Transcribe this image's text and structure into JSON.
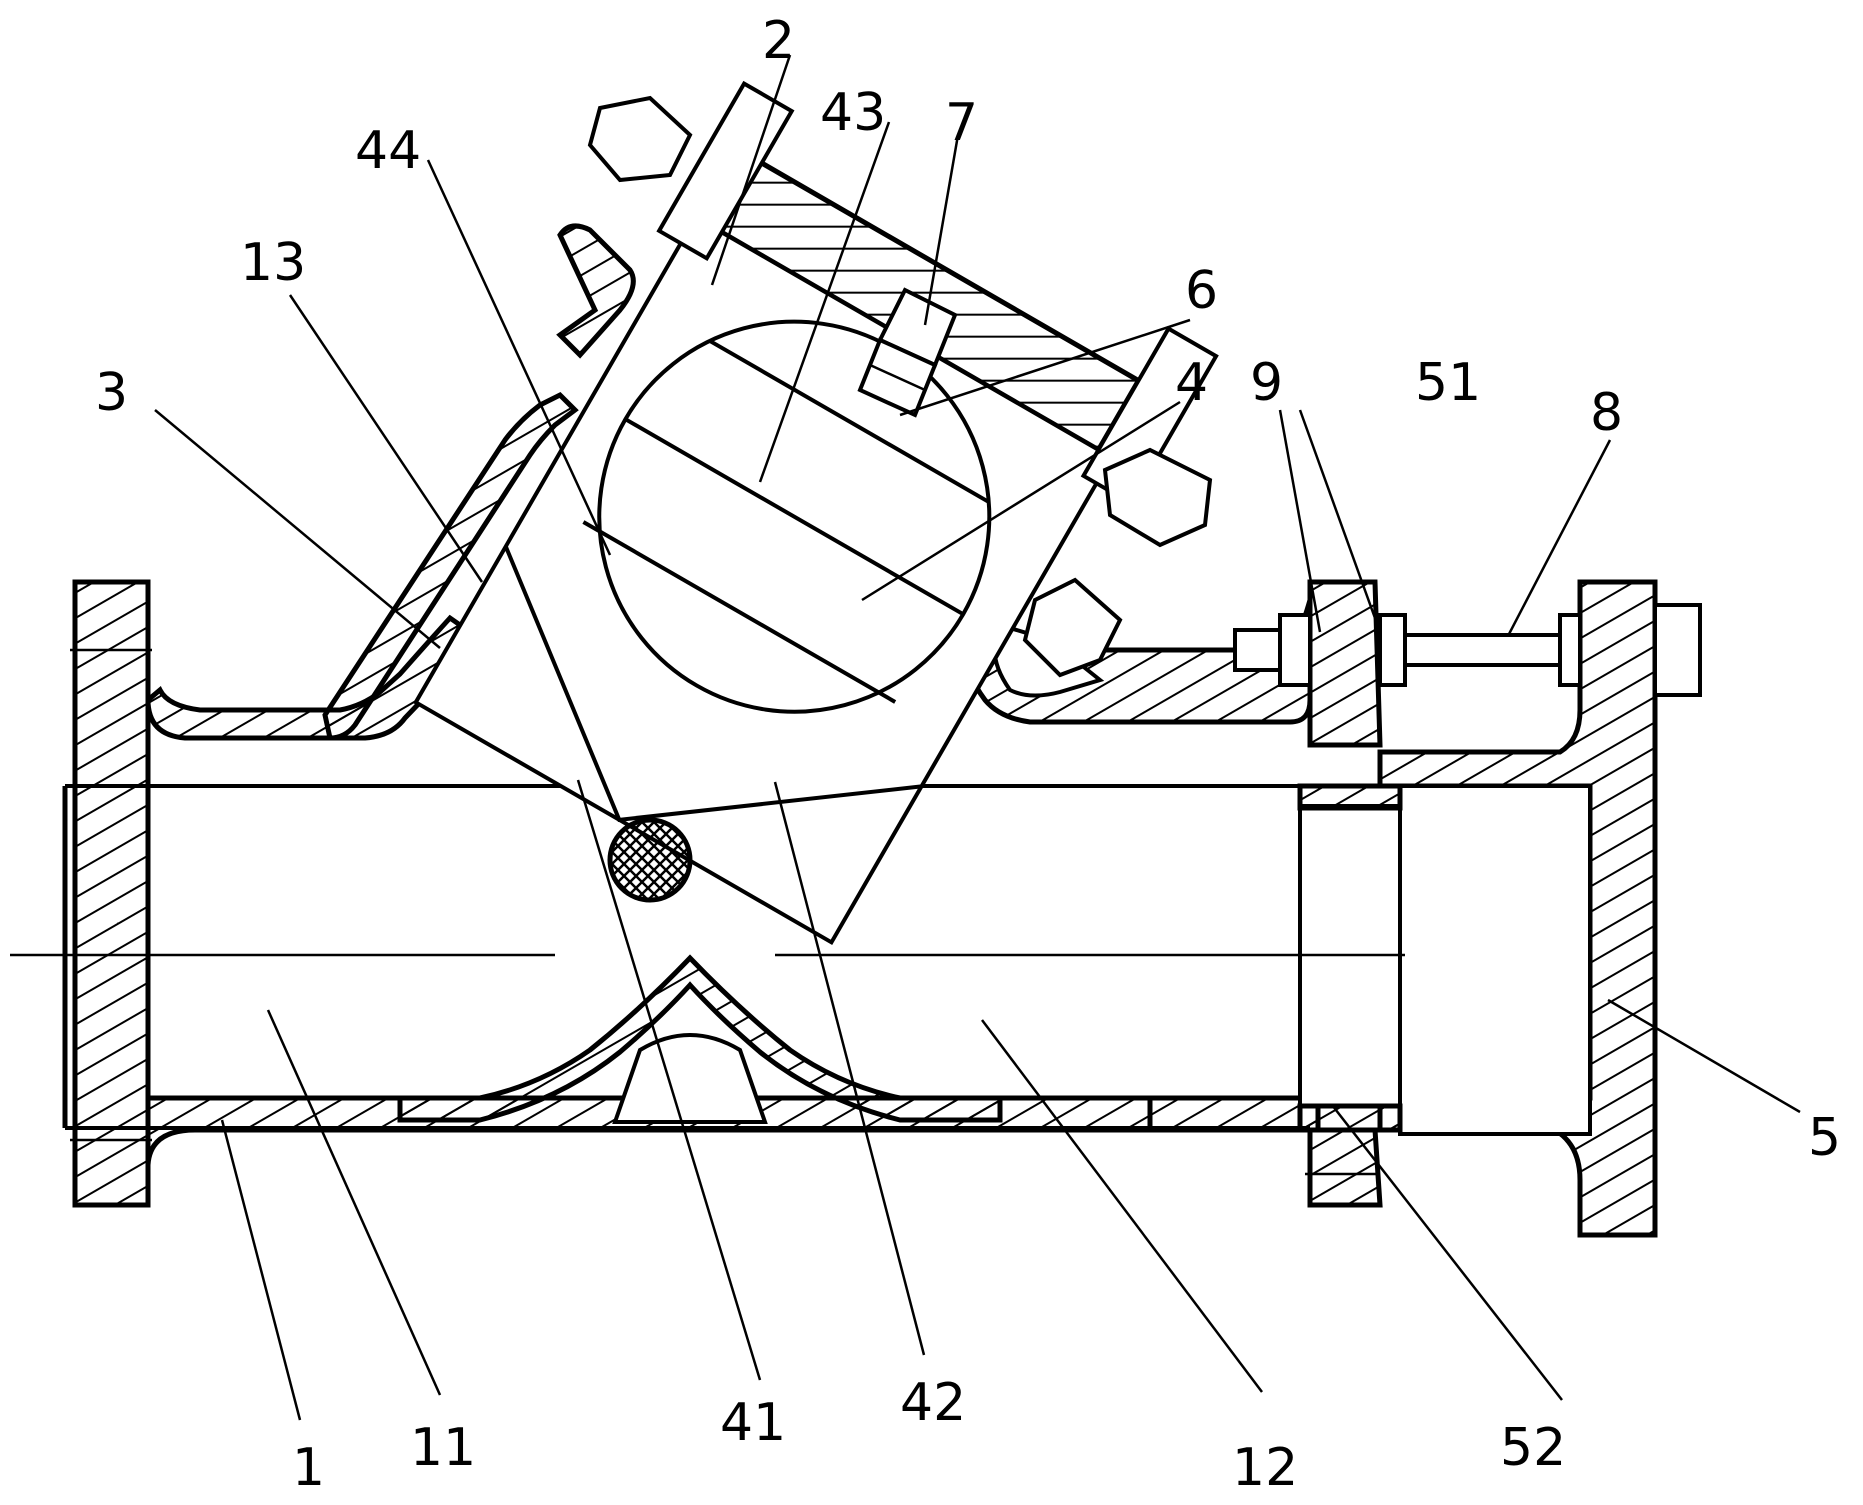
{
  "drawing": {
    "colors": {
      "line": "#000000",
      "background": "#ffffff"
    },
    "labels": {
      "l1": "1",
      "l2": "2",
      "l3": "3",
      "l4": "4",
      "l5": "5",
      "l6": "6",
      "l7": "7",
      "l8": "8",
      "l9": "9",
      "l11": "11",
      "l12": "12",
      "l13": "13",
      "l41": "41",
      "l42": "42",
      "l43": "43",
      "l44": "44",
      "l51": "51",
      "l52": "52"
    }
  }
}
